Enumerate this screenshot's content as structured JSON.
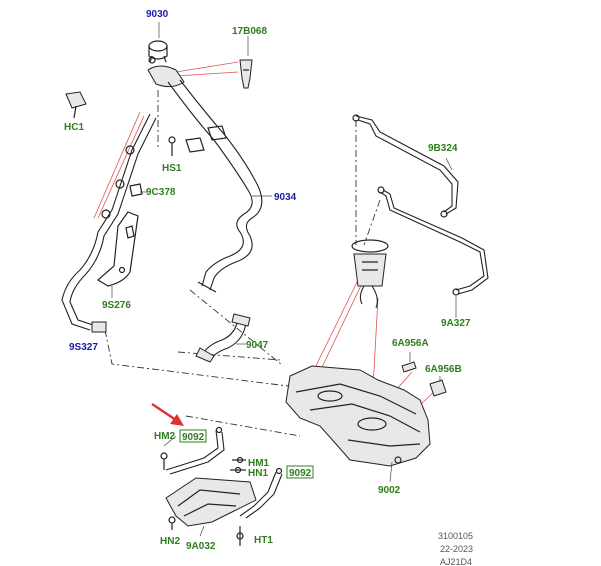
{
  "labels": {
    "l9030": "9030",
    "l17B068": "17B068",
    "lHC1": "HC1",
    "lHS1": "HS1",
    "l9C378": "9C378",
    "l9034": "9034",
    "l9B324": "9B324",
    "l9S276": "9S276",
    "l9S327": "9S327",
    "l9047": "9047",
    "l9A327": "9A327",
    "l6A956A": "6A956A",
    "l6A956B": "6A956B",
    "lHM2": "HM2",
    "l9092a": "9092",
    "lHM1": "HM1",
    "lHN1": "HN1",
    "l9092b": "9092",
    "l9002": "9002",
    "lHN2": "HN2",
    "l9A032": "9A032",
    "lHT1": "HT1"
  },
  "footer": {
    "line1": "3100105",
    "line2": "22-2023",
    "line3": "AJ21D4"
  },
  "colors": {
    "label_green": "#2e7d1e",
    "label_blue": "#1a1aa8",
    "highlight_arrow": "#e03030"
  }
}
